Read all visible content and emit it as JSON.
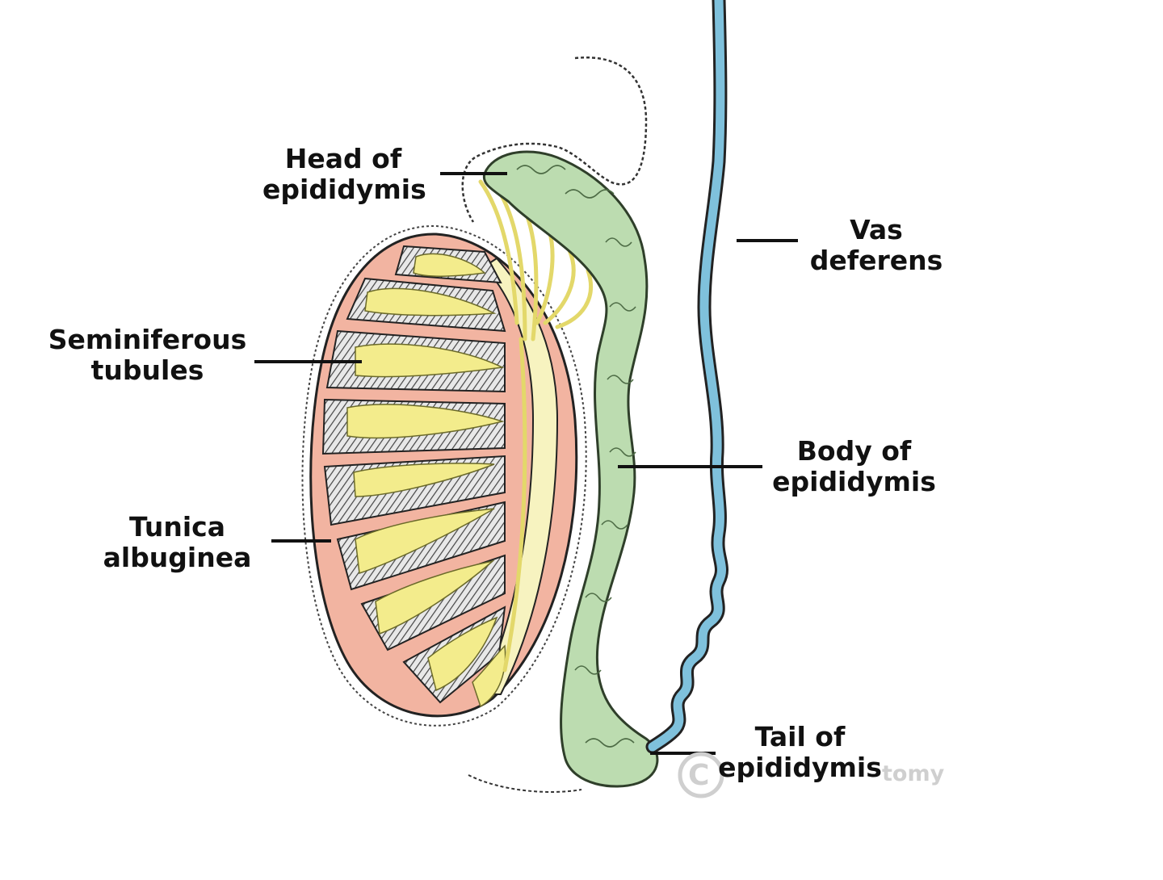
{
  "labels": {
    "head": [
      "Head of",
      "epididymis"
    ],
    "vas": [
      "Vas",
      "deferens"
    ],
    "seminiferous": [
      "Seminiferous",
      "tubules"
    ],
    "body": [
      "Body of",
      "epididymis"
    ],
    "tunica": [
      "Tunica",
      "albuginea"
    ],
    "tail": [
      "Tail of",
      "epididymis"
    ]
  },
  "watermark": {
    "symbol": "C",
    "text": "tomy"
  },
  "colors": {
    "tunica": "#f2b4a1",
    "tubules": "#f3ec8c",
    "epididymis": "#bcdcb0",
    "vas_deferens": "#7fc1dc",
    "outline": "#222222",
    "shading": "#555555"
  }
}
